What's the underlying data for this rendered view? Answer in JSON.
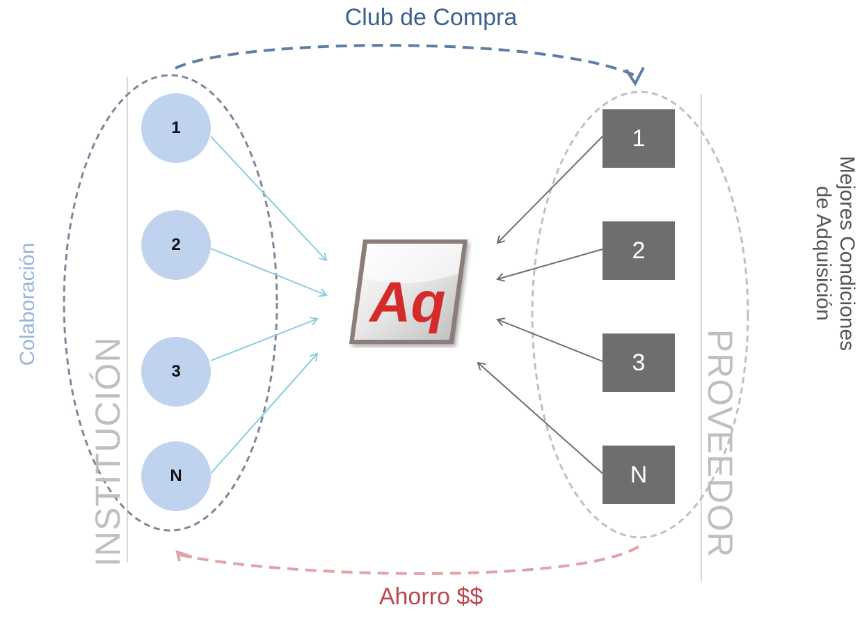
{
  "title_top": "Club de Compra",
  "title_bottom": "Ahorro $$",
  "left_side_label": "Colaboración",
  "institution_label": "INSTITUCIÓN",
  "provider_label": "PROVEEDOR",
  "right_side_label": {
    "line1": "Mejores Condiciones",
    "line2": "de Adquisición"
  },
  "institutions": [
    "1",
    "2",
    "3",
    "N"
  ],
  "providers": [
    "1",
    "2",
    "3",
    "N"
  ],
  "logo_text": "Aq",
  "colors": {
    "club": "#3d618e",
    "ahorro": "#c0454d",
    "collab": "#9ab5d9",
    "institution_circle": "#bfd2ee",
    "provider_box": "#6e6e6e",
    "inst_arrow": "#8ccbe0",
    "prov_arrow": "#6e6e6e",
    "logo_red": "#d42a2a"
  }
}
